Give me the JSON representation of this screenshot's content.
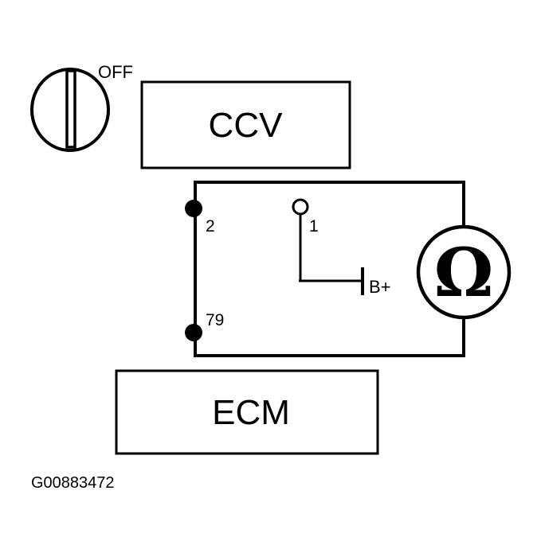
{
  "switch": {
    "label": "OFF"
  },
  "components": {
    "ccv": "CCV",
    "ecm": "ECM"
  },
  "pins": {
    "pin_2": "2",
    "pin_79": "79",
    "pin_1": "1"
  },
  "supply": {
    "label": "B+"
  },
  "meter": {
    "symbol": "Ω",
    "icon": "ohmmeter-icon"
  },
  "figure": {
    "reference": "G00883472"
  },
  "colors": {
    "ink": "#000000",
    "paper": "#ffffff"
  }
}
